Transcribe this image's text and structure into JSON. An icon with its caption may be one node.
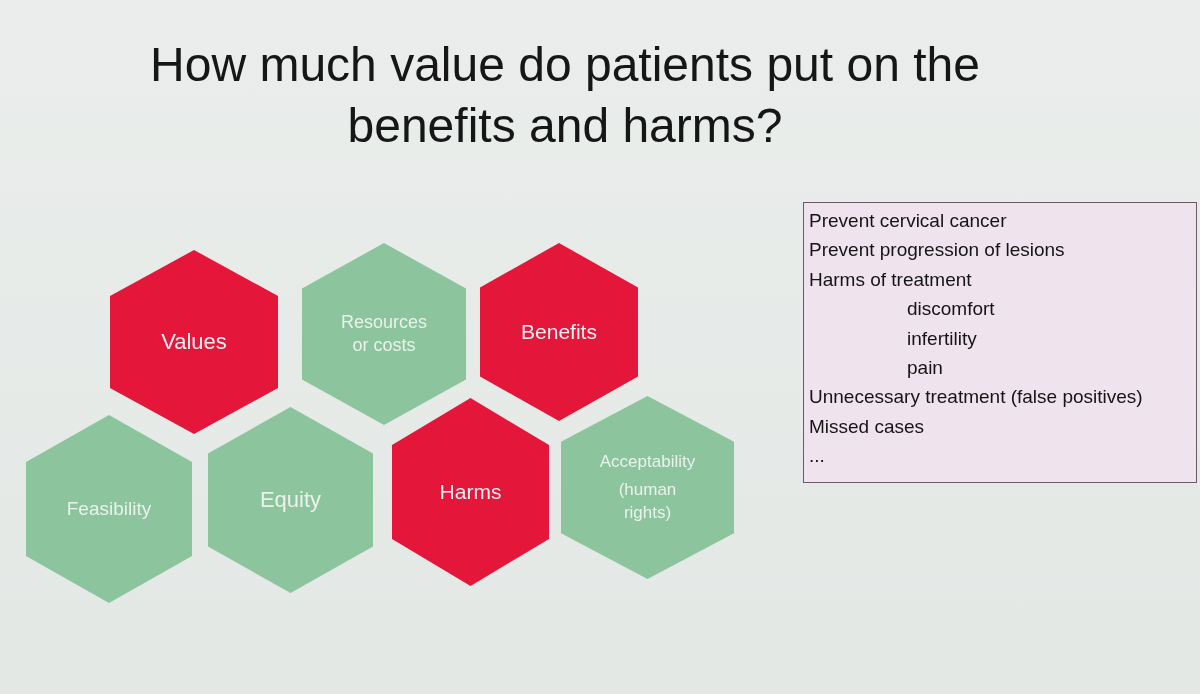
{
  "diagram": {
    "title": "How much value do patients put on the benefits and harms?",
    "nodes": [
      {
        "text": [
          "Values"
        ]
      },
      {
        "text": [
          "Resources or costs"
        ]
      },
      {
        "text": [
          "Benefits"
        ]
      },
      {
        "text": [
          "Feasibility"
        ]
      },
      {
        "text": [
          "Equity"
        ]
      },
      {
        "text": [
          "Harms"
        ]
      },
      {
        "text": [
          "Acceptability",
          "(human rights)"
        ]
      },
      {
        "text": [
          "Prevent cervical cancer",
          "Prevent progression of lesions",
          "Harms of treatment",
          "discomfort",
          "infertility",
          "pain",
          "Unnecessary treatment (false positives)",
          "Missed cases",
          "..."
        ]
      }
    ]
  }
}
